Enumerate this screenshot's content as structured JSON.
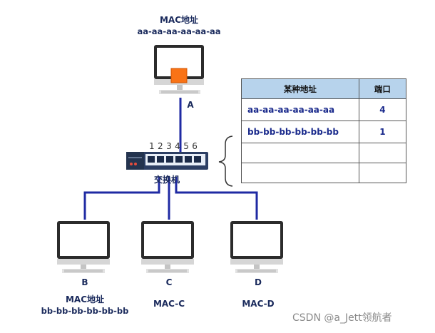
{
  "host_a": {
    "mac_label": "MAC地址",
    "mac_value": "aa-aa-aa-aa-aa-aa",
    "name": "A"
  },
  "switch": {
    "label": "交换机",
    "port_numbers": "1 2 3 4 5 6"
  },
  "host_b": {
    "name": "B",
    "mac_label": "MAC地址",
    "mac_value": "bb-bb-bb-bb-bb-bb"
  },
  "host_c": {
    "name": "C",
    "mac": "MAC-C"
  },
  "host_d": {
    "name": "D",
    "mac": "MAC-D"
  },
  "table": {
    "headers": [
      "某种地址",
      "端口"
    ],
    "rows": [
      {
        "address": "aa-aa-aa-aa-aa-aa",
        "port": "4"
      },
      {
        "address": "bb-bb-bb-bb-bb-bb",
        "port": "1"
      },
      {
        "address": "",
        "port": ""
      },
      {
        "address": "",
        "port": ""
      }
    ]
  },
  "watermark": "CSDN @a_Jett领航者",
  "colors": {
    "link": "#1f2aa3",
    "source_accent": "#f97316",
    "table_header": "#b7d3ec"
  }
}
